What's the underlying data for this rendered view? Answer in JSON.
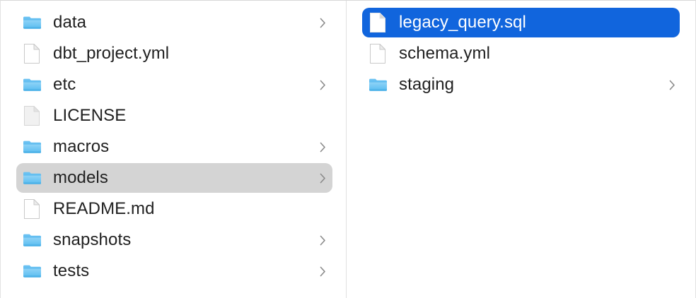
{
  "window": {
    "view": "column-view",
    "background_color": "#ffffff",
    "divider_color": "#e0e0e0"
  },
  "colors": {
    "selection_active": "#1165dd",
    "selection_inactive": "#d4d4d4",
    "folder_blue": "#55b7f0",
    "folder_blue_dark": "#3aa3e3",
    "text": "#212121",
    "text_selected": "#ffffff",
    "chevron": "#8a8a8a"
  },
  "columns": [
    {
      "name": "project-root-column",
      "items": [
        {
          "label": "data",
          "icon": "folder-icon",
          "kind": "folder",
          "has_children": true,
          "selected": "none"
        },
        {
          "label": "dbt_project.yml",
          "icon": "file-icon",
          "kind": "file",
          "has_children": false,
          "selected": "none"
        },
        {
          "label": "etc",
          "icon": "folder-icon",
          "kind": "folder",
          "has_children": true,
          "selected": "none"
        },
        {
          "label": "LICENSE",
          "icon": "file-generic-icon",
          "kind": "file",
          "has_children": false,
          "selected": "none"
        },
        {
          "label": "macros",
          "icon": "folder-icon",
          "kind": "folder",
          "has_children": true,
          "selected": "none"
        },
        {
          "label": "models",
          "icon": "folder-icon",
          "kind": "folder",
          "has_children": true,
          "selected": "inactive"
        },
        {
          "label": "README.md",
          "icon": "file-icon",
          "kind": "file",
          "has_children": false,
          "selected": "none"
        },
        {
          "label": "snapshots",
          "icon": "folder-icon",
          "kind": "folder",
          "has_children": true,
          "selected": "none"
        },
        {
          "label": "tests",
          "icon": "folder-icon",
          "kind": "folder",
          "has_children": true,
          "selected": "none"
        }
      ]
    },
    {
      "name": "models-folder-column",
      "items": [
        {
          "label": "legacy_query.sql",
          "icon": "file-icon",
          "kind": "file",
          "has_children": false,
          "selected": "active"
        },
        {
          "label": "schema.yml",
          "icon": "file-icon",
          "kind": "file",
          "has_children": false,
          "selected": "none"
        },
        {
          "label": "staging",
          "icon": "folder-icon",
          "kind": "folder",
          "has_children": true,
          "selected": "none"
        }
      ]
    }
  ]
}
